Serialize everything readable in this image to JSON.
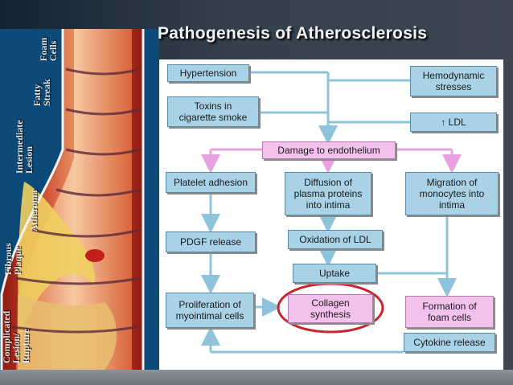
{
  "title": "Pathogenesis of Atherosclerosis",
  "artery_stages": [
    {
      "key": "foam",
      "text": "Foam\nCells"
    },
    {
      "key": "fatty",
      "text": "Fatty\nStreak"
    },
    {
      "key": "intermediate",
      "text": "Intermediate\nLesion"
    },
    {
      "key": "atheroma",
      "text": "Atheroma"
    },
    {
      "key": "fibrous",
      "text": "Fibrous\nPlaque"
    },
    {
      "key": "complicated",
      "text": "Complicated\nLesion/\nRupture"
    }
  ],
  "nodes": {
    "hypertension": "Hypertension",
    "toxins": "Toxins in\ncigarette smoke",
    "hemodynamic": "Hemodynamic\nstresses",
    "ldl": "↑ LDL",
    "damage": "Damage to endothelium",
    "platelet": "Platelet adhesion",
    "diffusion": "Diffusion of\nplasma proteins\ninto intima",
    "migration": "Migration of\nmonocytes into\nintima",
    "pdgf": "PDGF release",
    "oxidation": "Oxidation of LDL",
    "uptake": "Uptake",
    "proliferation": "Proliferation of\nmyointimal cells",
    "collagen": "Collagen\nsynthesis",
    "foam_formation": "Formation of\nfoam cells",
    "cytokine": "Cytokine release"
  },
  "colors": {
    "box_blue": "#a9d2e6",
    "box_pink": "#f3c2ec",
    "arrow_blue": "#8fc3dc",
    "arrow_pink": "#e7a3e0",
    "highlight_ellipse": "#c8252c",
    "title_text": "#f2f2f2"
  }
}
